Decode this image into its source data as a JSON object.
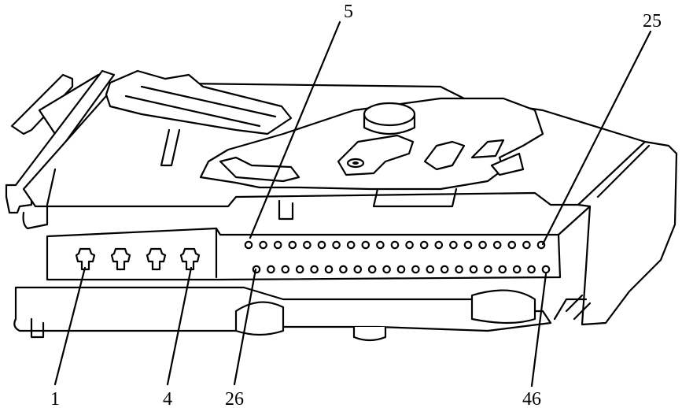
{
  "labels": {
    "pin_5": "5",
    "pin_25": "25",
    "pin_1": "1",
    "pin_4": "4",
    "pin_26": "26",
    "pin_46": "46"
  },
  "pins": {
    "upper_row": {
      "first": 5,
      "last": 25
    },
    "lower_row": {
      "first": 26,
      "last": 46
    },
    "large_contacts": {
      "first": 1,
      "last": 4
    }
  }
}
